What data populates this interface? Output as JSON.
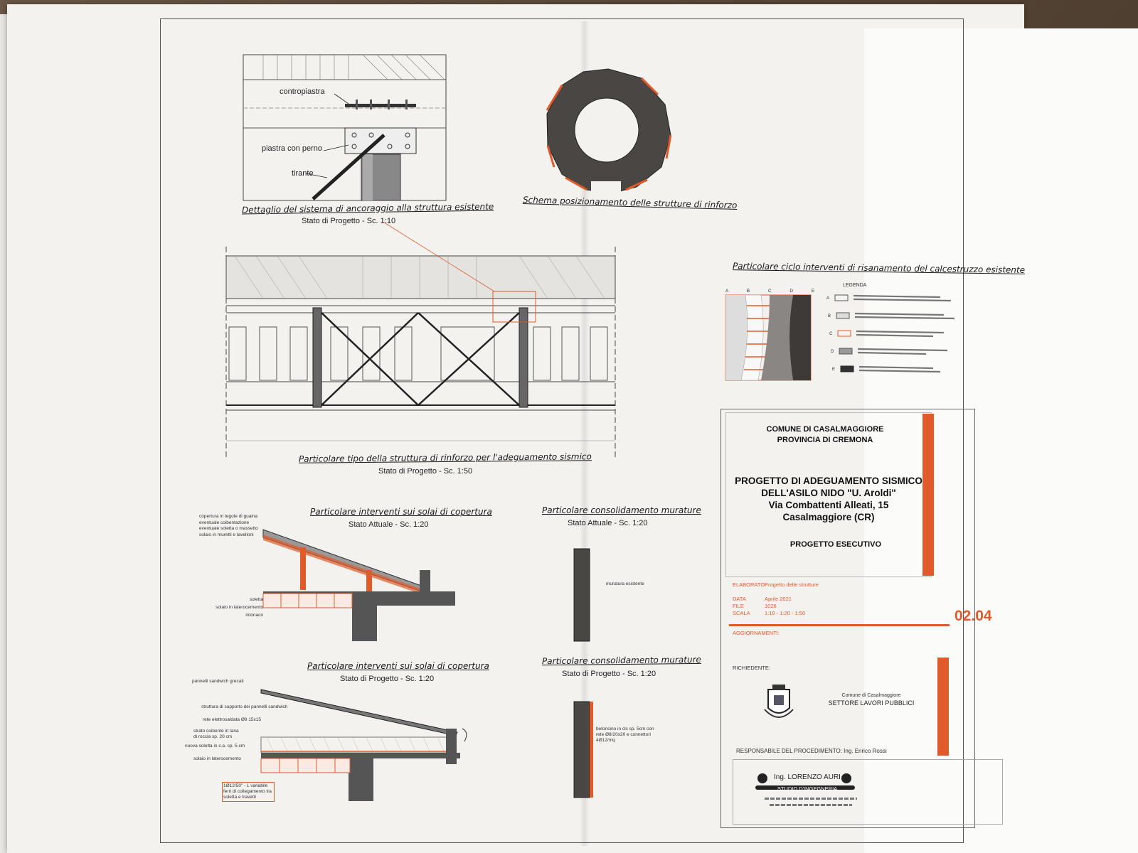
{
  "drawing": {
    "anchorage": {
      "labels": {
        "counterplate": "contropiastra",
        "plate": "piastra con perno",
        "tie": "tirante"
      },
      "title": "Dettaglio del sistema di ancoraggio alla struttura esistente",
      "subtitle": "Stato di Progetto - Sc. 1:10"
    },
    "positioning": {
      "title": "Schema posizionamento delle strutture di rinforzo"
    },
    "reinforcement": {
      "title": "Particolare tipo della struttura di rinforzo per l'adeguamento sismico",
      "subtitle": "Stato di Progetto - Sc. 1:50"
    },
    "concrete_cycle": {
      "title": "Particolare ciclo interventi di risanamento del calcestruzzo esistente",
      "legend_title": "LEGENDA",
      "letters": [
        "A",
        "B",
        "C",
        "D",
        "E"
      ]
    },
    "roof_current": {
      "title": "Particolare interventi sui solai di copertura",
      "subtitle": "Stato Attuale - Sc. 1:20",
      "notes": [
        "copertura in tegole di guaina",
        "eventuale coibentazione",
        "eventuale soletta o massetto",
        "solaio in muretti e tavelloni",
        "soletta",
        "solaio in laterocemento",
        "intonaco"
      ]
    },
    "walls_current": {
      "title": "Particolare consolidamento murature",
      "subtitle": "Stato Attuale - Sc. 1:20",
      "note": "muratura esistente"
    },
    "roof_project": {
      "title": "Particolare interventi sui solai di copertura",
      "subtitle": "Stato di Progetto - Sc. 1:20",
      "notes": [
        "pannelli sandwich grecati",
        "struttura di supporto dei pannelli sandwich",
        "rete elettrosaldata Ø8 15x15",
        "strato coibente in lana di roccia sp. 20 cm",
        "nuova soletta in c.a. sp. 5 cm",
        "solaio in laterocemento"
      ],
      "box_note": "1Ø12/50\" - L variabile ferri di collegamento tra soletta e travetti"
    },
    "walls_project": {
      "title": "Particolare consolidamento murature",
      "subtitle": "Stato di Progetto - Sc. 1:20",
      "note": "betoncino in cls sp. 5cm con rete Ø8/20x20 e connettori 4Ø12/mq"
    }
  },
  "title_block": {
    "municipality": "COMUNE DI CASALMAGGIORE",
    "province": "PROVINCIA DI CREMONA",
    "project_lines": [
      "PROGETTO DI ADEGUAMENTO SISMICO",
      "DELL'ASILO NIDO \"U. Aroldi\"",
      "Via Combattenti Alleati, 15",
      "Casalmaggiore (CR)"
    ],
    "phase": "PROGETTO ESECUTIVO",
    "elaborato_label": "ELABORATO:",
    "elaborato_value": "Progetto delle strutture",
    "data_label": "DATA",
    "data_value": "Aprile 2021",
    "file_label": "FILE",
    "file_value": "1026",
    "scala_label": "SCALA",
    "scala_value": "1:10 - 1:20 - 1:50",
    "sheet_number": "02.04",
    "aggiornamenti_label": "AGGIORNAMENTI:",
    "richiedente_label": "RICHIEDENTE:",
    "office_line1": "Comune di Casalmaggiore",
    "office_line2": "SETTORE LAVORI PUBBLICI",
    "responsabile": "RESPONSABILE DEL PROCEDIMENTO: Ing. Enrico Rossi",
    "engineer": "Ing. LORENZO AURI",
    "studio": "STUDIO D'INGEGNERIA"
  },
  "colors": {
    "accent": "#e05a2a",
    "ink": "#222222",
    "paper": "#f3f2ef"
  }
}
